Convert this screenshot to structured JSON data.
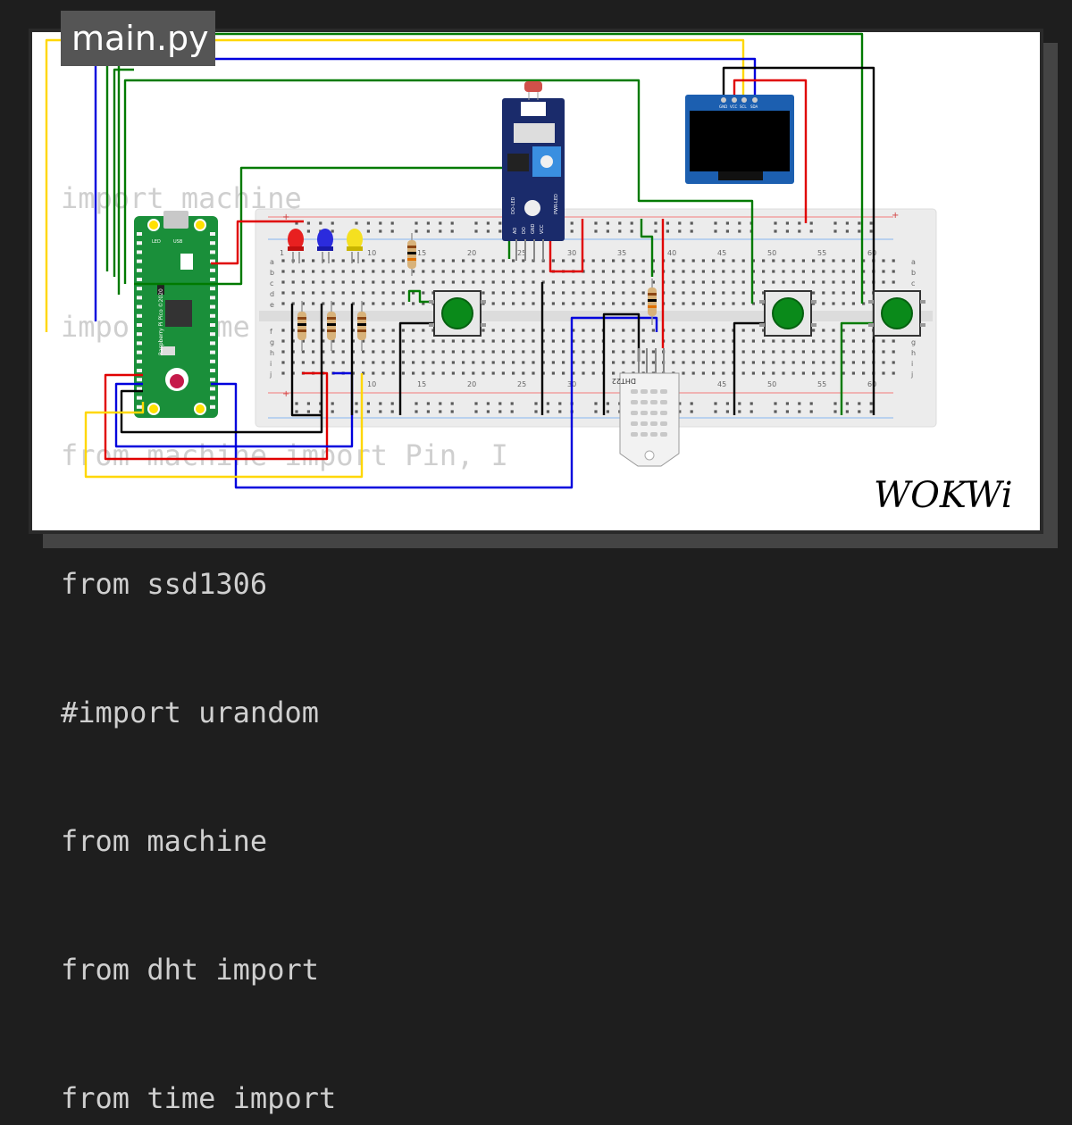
{
  "editor": {
    "file_tab": "main.py",
    "code_lines": [
      "import machine",
      "import time",
      "from machine import Pin, I",
      "from ssd1306",
      "#import urandom",
      "from machine",
      "from dht import",
      "from time import"
    ]
  },
  "pico": {
    "board_text": "Raspberry Pi Pico ©2020",
    "usb_label": "USB",
    "led_label": "LED"
  },
  "breadboard": {
    "column_numbers": [
      "1",
      "10",
      "15",
      "20",
      "25",
      "30",
      "35",
      "40",
      "45",
      "50",
      "55",
      "60"
    ],
    "rows_top": [
      "a",
      "b",
      "c",
      "d",
      "e"
    ],
    "rows_bottom": [
      "f",
      "g",
      "h",
      "i",
      "j"
    ],
    "rail_plus": "+",
    "rail_minus": "−"
  },
  "ldr_module": {
    "pin_labels": [
      "AO",
      "DO",
      "GND",
      "VCC"
    ],
    "led_labels": [
      "DO-LED",
      "PWR-LED"
    ]
  },
  "oled": {
    "pin_labels": [
      "GND",
      "VCC",
      "SCL",
      "SDA"
    ]
  },
  "dht": {
    "label": "DHT22"
  },
  "brand": {
    "logo": "WOKWi"
  },
  "colors": {
    "wire_red": "#e00000",
    "wire_blue": "#0000dd",
    "wire_green": "#007a00",
    "wire_yellow": "#ffd700",
    "wire_black": "#000000",
    "pico_green": "#1a8f3a",
    "button_green": "#0a8a1a"
  }
}
